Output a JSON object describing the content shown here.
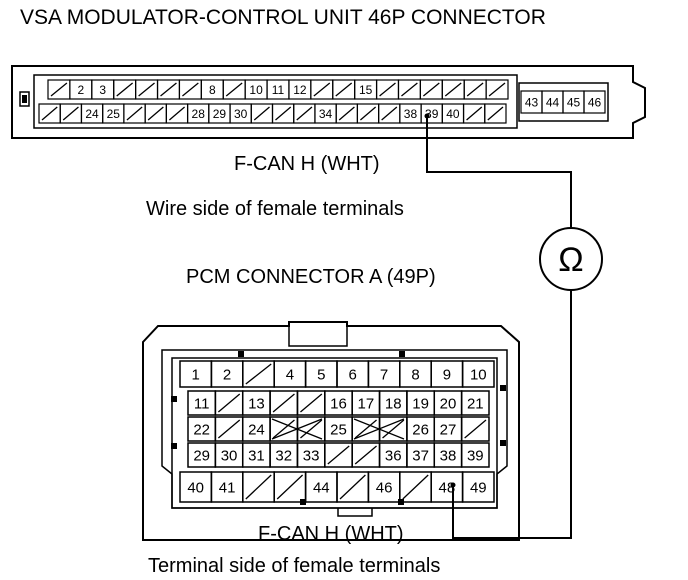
{
  "vsa": {
    "title": "VSA MODULATOR-CONTROL UNIT 46P CONNECTOR",
    "wire_label": "F-CAN H (WHT)",
    "side_caption": "Wire side of female terminals",
    "top_row": [
      "",
      "2",
      "3",
      "",
      "",
      "",
      "",
      "8",
      "",
      "10",
      "11",
      "12",
      "",
      "",
      "15",
      "",
      "",
      "",
      "",
      "",
      ""
    ],
    "bottom_row": [
      "",
      "",
      "24",
      "25",
      "",
      "",
      "",
      "28",
      "29",
      "30",
      "",
      "",
      "",
      "34",
      "",
      "",
      "",
      "38",
      "39",
      "40",
      "",
      ""
    ],
    "right_block": [
      "43",
      "44",
      "45",
      "46"
    ],
    "probed_terminal": "39"
  },
  "pcm": {
    "title": "PCM CONNECTOR A (49P)",
    "wire_label": "F-CAN H (WHT)",
    "side_caption": "Terminal side of female terminals",
    "row1": [
      "1",
      "2",
      "",
      "4",
      "5",
      "6",
      "7",
      "8",
      "9",
      "10"
    ],
    "row2": [
      "11",
      "",
      "13",
      "",
      "",
      "16",
      "17",
      "18",
      "19",
      "20",
      "21"
    ],
    "row3": [
      "22",
      "",
      "24",
      "",
      "",
      "25",
      "",
      "",
      "26",
      "27",
      ""
    ],
    "row4": [
      "29",
      "30",
      "31",
      "32",
      "33",
      "",
      "",
      "36",
      "37",
      "38",
      "39"
    ],
    "row5": [
      "40",
      "41",
      "",
      "",
      "44",
      "",
      "46",
      "",
      "48",
      "49"
    ],
    "probed_terminal": "48"
  },
  "meter": {
    "symbol": "Ω"
  }
}
